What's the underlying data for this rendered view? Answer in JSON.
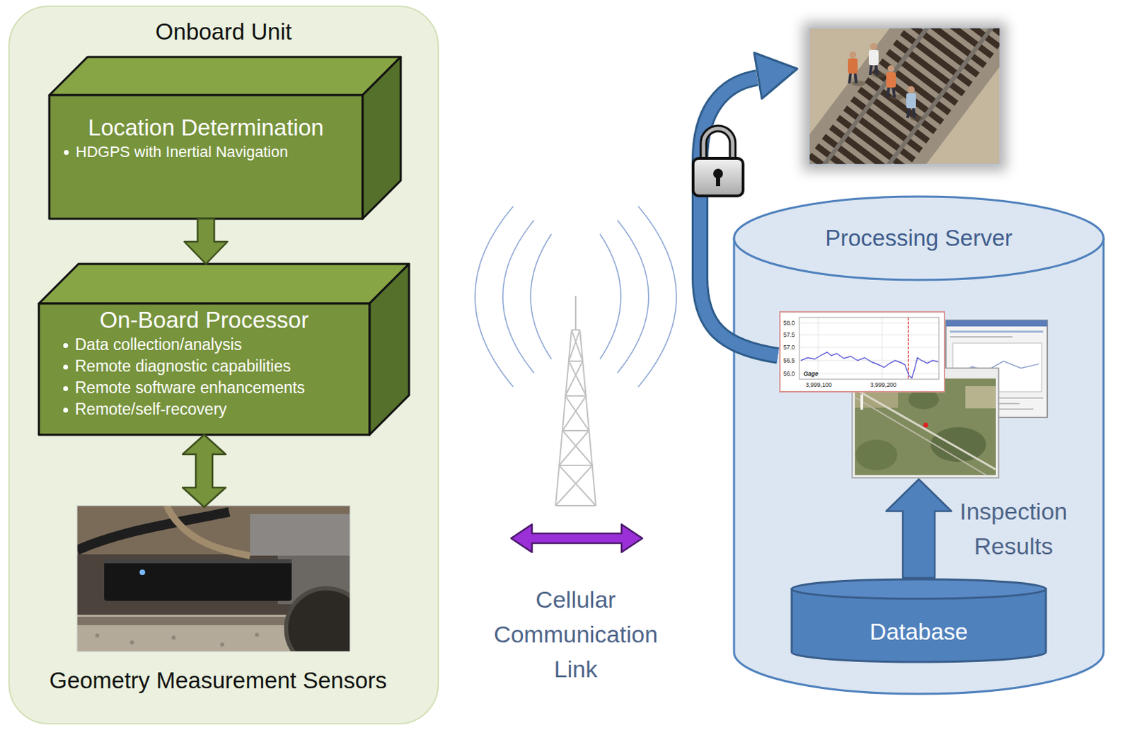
{
  "diagram": {
    "nodes": [
      {
        "text": [
          "Onboard Unit"
        ]
      },
      {
        "text": [
          "Location Determination",
          "HDGPS with Inertial Navigation"
        ],
        "in": 0
      },
      {
        "text": [
          "On-Board Processor",
          "Data collection/analysis",
          "Remote diagnostic capabilities",
          "Remote software enhancements",
          "Remote/self-recovery"
        ],
        "in": 0
      },
      {
        "text": [
          "Geometry Measurement Sensors"
        ],
        "in": 0
      },
      {
        "text": [
          "Processing Server"
        ]
      },
      {
        "text": [
          "58.0",
          "57.5",
          "57.0",
          "56.5",
          "56.0",
          "Gage",
          "3,999,100",
          "3,999,200"
        ],
        "in": 4
      },
      {
        "text": [
          "Database"
        ],
        "in": 4
      }
    ],
    "edges": [
      {
        "from": 1,
        "to": 2,
        "arrow": "to"
      },
      {
        "from": 2,
        "to": 3,
        "arrow": "both"
      },
      {
        "from": 6,
        "to": 5,
        "label": "Inspection Results",
        "arrow": "to"
      }
    ],
    "labels": [
      "Cellular Communication Link"
    ]
  }
}
